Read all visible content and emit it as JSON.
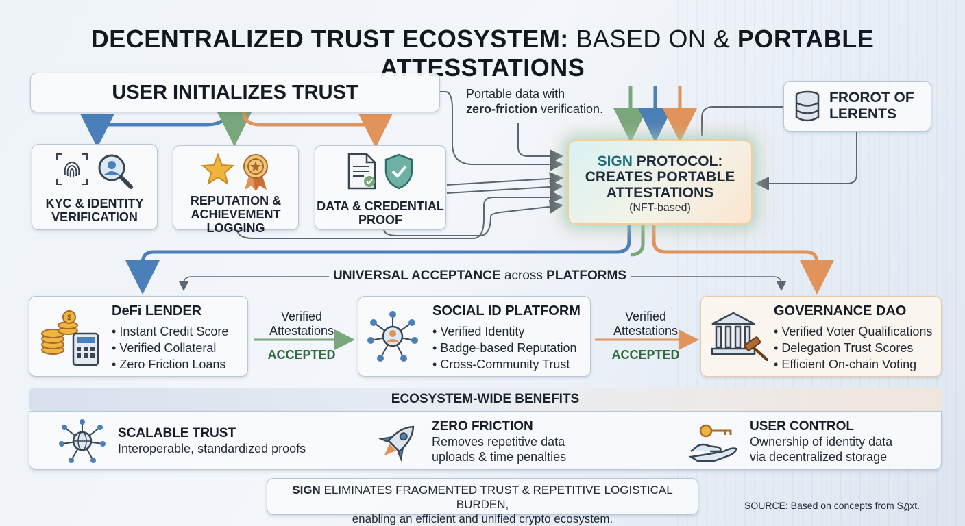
{
  "title": {
    "part1": "DECENTRALIZED TRUST ECOSYSTEM:",
    "part2": "BASED ON &",
    "part3": "PORTABLE ATTESSTATIONS"
  },
  "user_init": {
    "label": "USER INITIALIZES TRUST"
  },
  "caption": {
    "line1": "Portable data with",
    "bold": "zero-friction",
    "line2_rest": "verification."
  },
  "source_box": {
    "line1": "FROROT OF",
    "line2": "LERENTS"
  },
  "steps": [
    {
      "label_l1": "KYC & IDENTITY",
      "label_l2": "VERIFICATION"
    },
    {
      "label_l1": "REPUTATION &",
      "label_l2": "ACHIEVEMENT",
      "label_l3": "LOGGING"
    },
    {
      "label_l1": "DATA & CREDENTIAL",
      "label_l2": "PROOF"
    }
  ],
  "sign": {
    "bold": "SIGN",
    "rest1": "PROTOCOL:",
    "line2": "CREATES PORTABLE",
    "line3": "ATTESTATIONS",
    "sub": "(NFT-based)"
  },
  "universal": {
    "b1": "UNIVERSAL ACCEPTANCE",
    "mid": "across",
    "b2": "PLATFORMS"
  },
  "platforms": [
    {
      "title": "DeFi LENDER",
      "items": [
        "Instant Credit Score",
        "Verified Collateral",
        "Zero Friction Loans"
      ]
    },
    {
      "title": "SOCIAL ID PLATFORM",
      "items": [
        "Verified Identity",
        "Badge-based Reputation",
        "Cross-Community Trust"
      ]
    },
    {
      "title": "GOVERNANCE DAO",
      "items": [
        "Verified Voter Qualifications",
        "Delegation Trust Scores",
        "Efficient On-chain Voting"
      ]
    }
  ],
  "connectors": [
    {
      "l1": "Verified",
      "l2": "Attestations",
      "status": "ACCEPTED"
    },
    {
      "l1": "Verified",
      "l2": "Attestations",
      "status": "ACCEPTED"
    }
  ],
  "benefits": {
    "header": "ECOSYSTEM-WIDE BENEFITS",
    "items": [
      {
        "title": "SCALABLE TRUST",
        "d1": "Interoperable, standardized proofs",
        "d2": ""
      },
      {
        "title": "ZERO FRICTION",
        "d1": "Removes repetitive data",
        "d2": "uploads & time penalties"
      },
      {
        "title": "USER CONTROL",
        "d1": "Ownership of identity data",
        "d2": "via decentralized storage"
      }
    ]
  },
  "footer": {
    "bold": "SIGN",
    "l1_rest": "ELIMINATES FRAGMENTED TRUST & REPETITIVE LOGISTICAL BURDEN,",
    "l2": "enabling an efficient and unified crypto ecosystem."
  },
  "source_note": "SOURCE: Based on concepts from Sฏxt.",
  "colors": {
    "blue": "#4a7fb8",
    "green": "#7aa67c",
    "orange": "#e0935a",
    "gray": "#5c6672",
    "accepted": "#2f6b3a"
  },
  "icons": [
    "fingerprint-icon",
    "magnifier-person-icon",
    "star-icon",
    "badge-icon",
    "document-icon",
    "shield-check-icon",
    "database-icon",
    "coins-icon",
    "calculator-icon",
    "network-person-icon",
    "bank-building-icon",
    "gavel-icon",
    "globe-network-icon",
    "rocket-icon",
    "key-hand-icon"
  ]
}
